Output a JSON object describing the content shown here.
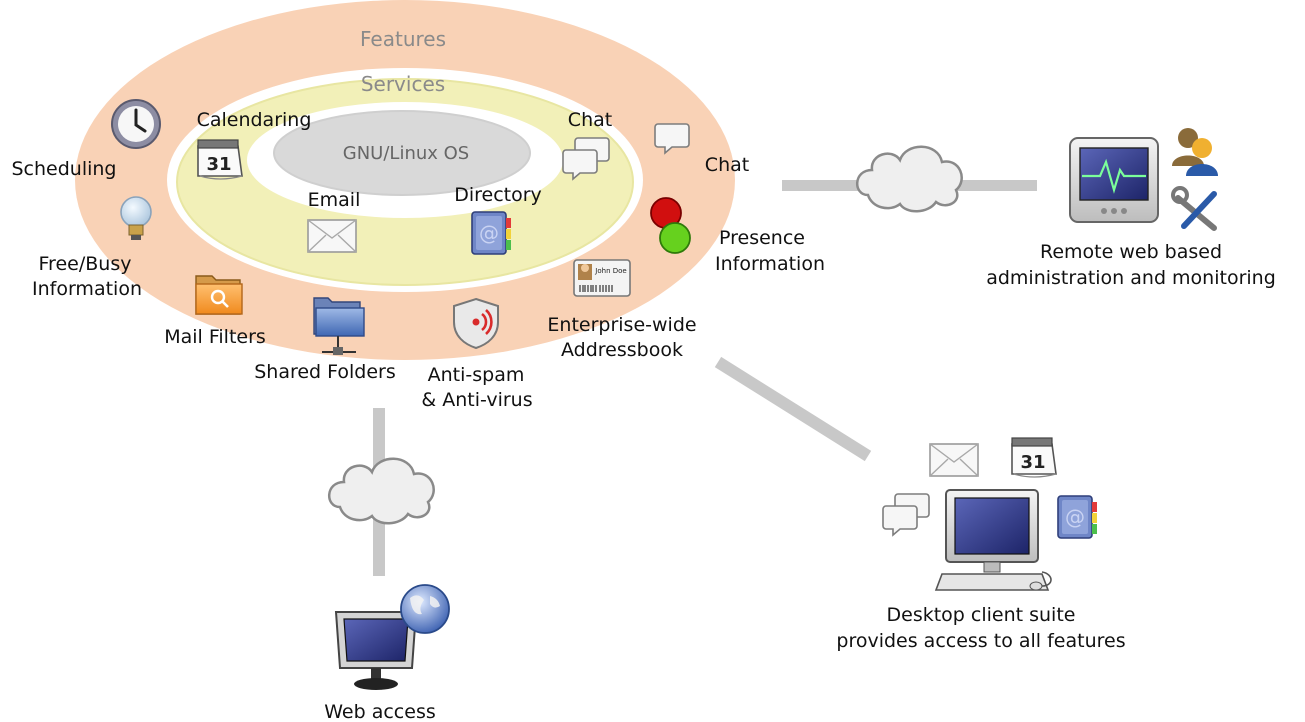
{
  "rings": {
    "features_title": "Features",
    "services_title": "Services",
    "core_title": "GNU/Linux OS"
  },
  "services": {
    "calendaring": "Calendaring",
    "calendar_day": "31",
    "email": "Email",
    "directory": "Directory",
    "chat": "Chat"
  },
  "features": {
    "scheduling": "Scheduling",
    "free_busy_line1": "Free/Busy",
    "free_busy_line2": "Information",
    "mail_filters": "Mail Filters",
    "shared_folders": "Shared Folders",
    "antispam_line1": "Anti-spam",
    "antispam_line2": "& Anti-virus",
    "addressbook_line1": "Enterprise-wide",
    "addressbook_line2": "Addressbook",
    "card_name": "John Doe",
    "presence_line1": "Presence",
    "presence_line2": "Information",
    "chat": "Chat"
  },
  "remote_admin": {
    "line1": "Remote web based",
    "line2": "administration and monitoring"
  },
  "desktop_client": {
    "line1": "Desktop client suite",
    "line2": "provides access to all features",
    "calendar_day": "31"
  },
  "web_access": {
    "label": "Web access"
  },
  "colors": {
    "features_ring": "#f9d2b6",
    "services_ring": "#f2f0b8",
    "core": "#d9d9d9",
    "connector": "#c8c8c8"
  }
}
